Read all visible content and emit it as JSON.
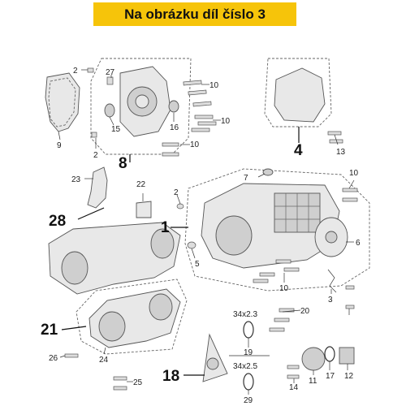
{
  "banner": {
    "title": "Na obrázku díl číslo 3",
    "color": "#f6c40a"
  },
  "callouts": {
    "n1": "1",
    "n2a": "2",
    "n2b": "2",
    "n2c": "2",
    "n3": "3",
    "n4": "4",
    "n5": "5",
    "n6": "6",
    "n7": "7",
    "n8": "8",
    "n9": "9",
    "n10a": "10",
    "n10b": "10",
    "n10c": "10",
    "n10d": "10",
    "n10e": "10",
    "n11": "11",
    "n12": "12",
    "n13": "13",
    "n14": "14",
    "n15": "15",
    "n16": "16",
    "n17": "17",
    "n18": "18",
    "n19": "19",
    "n20": "20",
    "n21": "21",
    "n22": "22",
    "n23": "23",
    "n24": "24",
    "n25": "25",
    "n26": "26",
    "n27": "27",
    "n28": "28",
    "n29": "29"
  },
  "specs": {
    "oring_top": "34x2.3",
    "oring_bottom": "34x2.5"
  }
}
